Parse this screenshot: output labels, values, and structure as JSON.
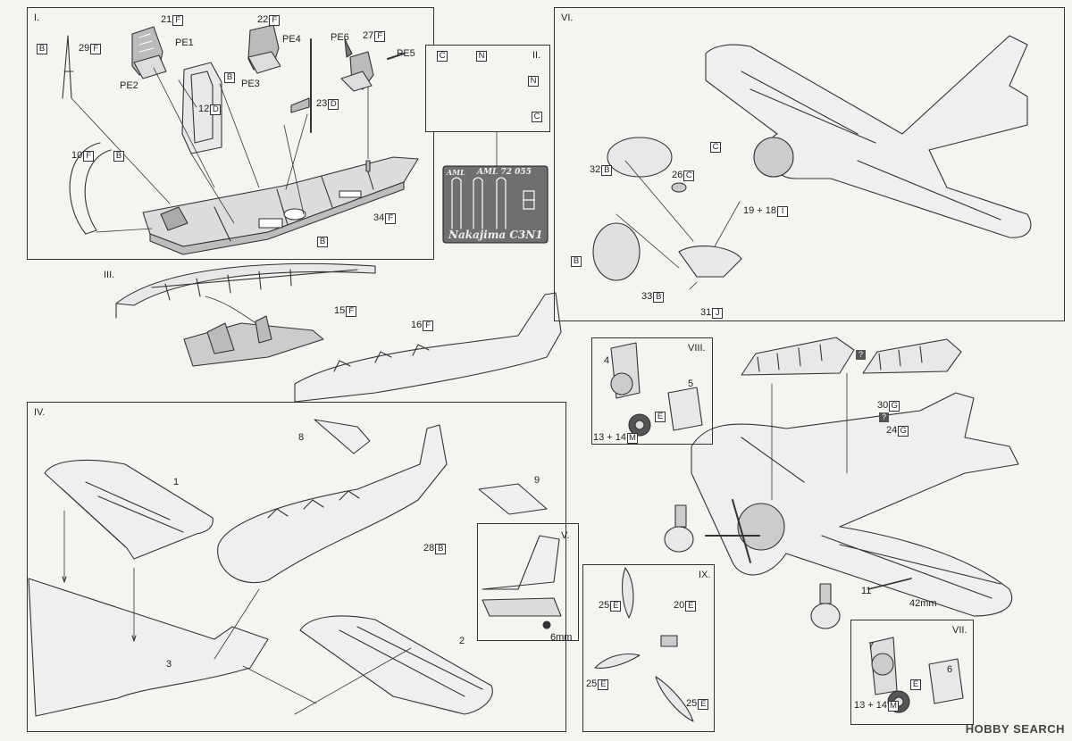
{
  "sections": {
    "I": "I.",
    "II": "II.",
    "III": "III.",
    "IV": "IV.",
    "V": "V.",
    "VI": "VI.",
    "VII": "VII.",
    "VIII": "VIII.",
    "IX": "IX."
  },
  "callouts": [
    {
      "id": "c_b1",
      "num": "",
      "box": "B"
    },
    {
      "id": "c_29f",
      "num": "29",
      "box": "F"
    },
    {
      "id": "c_21f",
      "num": "21",
      "box": "F"
    },
    {
      "id": "c_pe1",
      "num": "PE1",
      "box": ""
    },
    {
      "id": "c_pe2",
      "num": "PE2",
      "box": ""
    },
    {
      "id": "c_22f",
      "num": "22",
      "box": "F"
    },
    {
      "id": "c_pe4",
      "num": "PE4",
      "box": ""
    },
    {
      "id": "c_pe3",
      "num": "PE3",
      "box": ""
    },
    {
      "id": "c_b2",
      "num": "",
      "box": "B"
    },
    {
      "id": "c_12d",
      "num": "12",
      "box": "D"
    },
    {
      "id": "c_23d",
      "num": "23",
      "box": "D"
    },
    {
      "id": "c_pe6",
      "num": "PE6",
      "box": ""
    },
    {
      "id": "c_27f",
      "num": "27",
      "box": "F"
    },
    {
      "id": "c_pe5",
      "num": "PE5",
      "box": ""
    },
    {
      "id": "c_10f",
      "num": "10",
      "box": "F"
    },
    {
      "id": "c_b3",
      "num": "",
      "box": "B"
    },
    {
      "id": "c_34f",
      "num": "34",
      "box": "F"
    },
    {
      "id": "c_b4",
      "num": "",
      "box": "B"
    },
    {
      "id": "c_c1",
      "num": "",
      "box": "C"
    },
    {
      "id": "c_n1",
      "num": "",
      "box": "N"
    },
    {
      "id": "c_n2",
      "num": "",
      "box": "N"
    },
    {
      "id": "c_c2",
      "num": "",
      "box": "C"
    },
    {
      "id": "c_15f",
      "num": "15",
      "box": "F"
    },
    {
      "id": "c_16f",
      "num": "16",
      "box": "F"
    },
    {
      "id": "c_32b",
      "num": "32",
      "box": "B"
    },
    {
      "id": "c_26c",
      "num": "26",
      "box": "C"
    },
    {
      "id": "c_c3",
      "num": "",
      "box": "C"
    },
    {
      "id": "c_1918i",
      "num": "19 + 18",
      "box": "I"
    },
    {
      "id": "c_b5",
      "num": "",
      "box": "B"
    },
    {
      "id": "c_33b",
      "num": "33",
      "box": "B"
    },
    {
      "id": "c_31j",
      "num": "31",
      "box": "J"
    },
    {
      "id": "c_8",
      "num": "8",
      "box": ""
    },
    {
      "id": "c_1",
      "num": "1",
      "box": ""
    },
    {
      "id": "c_9",
      "num": "9",
      "box": ""
    },
    {
      "id": "c_28b",
      "num": "28",
      "box": "B"
    },
    {
      "id": "c_3",
      "num": "3",
      "box": ""
    },
    {
      "id": "c_2",
      "num": "2",
      "box": ""
    },
    {
      "id": "c_4",
      "num": "4",
      "box": ""
    },
    {
      "id": "c_5",
      "num": "5",
      "box": ""
    },
    {
      "id": "c_e1",
      "num": "",
      "box": "E"
    },
    {
      "id": "c_1314m1",
      "num": "13 + 14",
      "box": "M"
    },
    {
      "id": "c_30g",
      "num": "30",
      "box": "G"
    },
    {
      "id": "c_24g",
      "num": "24",
      "box": "G"
    },
    {
      "id": "c_25e1",
      "num": "25",
      "box": "E"
    },
    {
      "id": "c_20e",
      "num": "20",
      "box": "E"
    },
    {
      "id": "c_25e2",
      "num": "25",
      "box": "E"
    },
    {
      "id": "c_25e3",
      "num": "25",
      "box": "E"
    },
    {
      "id": "c_11",
      "num": "11",
      "box": ""
    },
    {
      "id": "c_7",
      "num": "7",
      "box": ""
    },
    {
      "id": "c_6",
      "num": "6",
      "box": ""
    },
    {
      "id": "c_e2",
      "num": "",
      "box": "E"
    },
    {
      "id": "c_1314m2",
      "num": "13 + 14",
      "box": "M"
    }
  ],
  "dimensions": {
    "tail": "6mm",
    "wing": "42mm"
  },
  "fret": {
    "code": "AML 72 055",
    "brand": "AML",
    "name": "Nakajima C3N1"
  },
  "question_mark": "?",
  "watermark": "HOBBY SEARCH",
  "colors": {
    "ink": "#333333",
    "paper": "#f4f4f1",
    "fret": "#6f6f6f"
  }
}
